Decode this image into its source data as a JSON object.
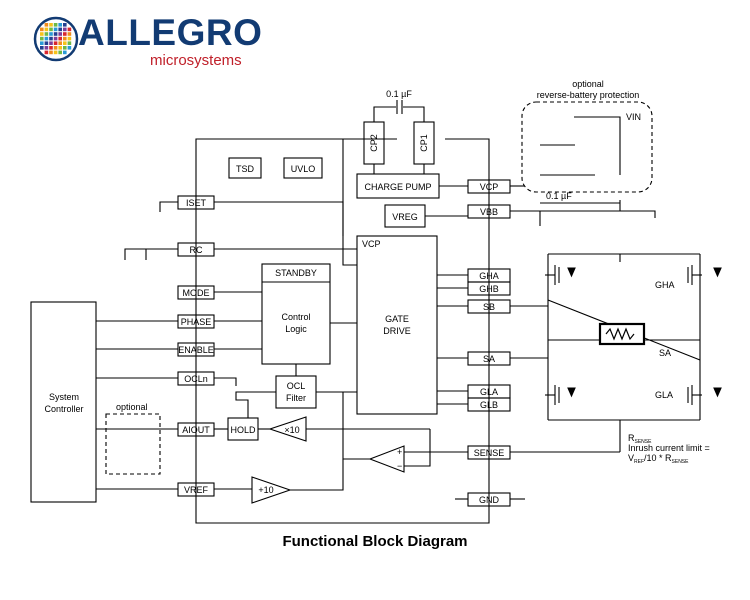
{
  "logo": {
    "wordmark": "ALLEGRO",
    "subtitle": "microsystems",
    "colors": {
      "navy": "#123b73",
      "red": "#c0202a",
      "grid": [
        "#d9262e",
        "#f08c1c",
        "#f6c31a",
        "#6fb845",
        "#2a9bd6",
        "#233f8f",
        "#7b3f99"
      ]
    }
  },
  "diagram": {
    "caption": "Functional Block Diagram",
    "system_controller": {
      "line1": "System",
      "line2": "Controller"
    },
    "optional_left": "optional",
    "pins_left": {
      "iset": "ISET",
      "rc": "RC",
      "mode": "MODE",
      "phase": "PHASE",
      "enable": "ENABLE",
      "ocln": "OCLn",
      "aiout": "AIOUT",
      "vref": "VREF"
    },
    "pins_right": {
      "vcp": "VCP",
      "vbb": "VBB",
      "gha": "GHA",
      "ghb": "GHB",
      "sb": "SB",
      "sa": "SA",
      "gla": "GLA",
      "glb": "GLB",
      "sense": "SENSE",
      "gnd": "GND"
    },
    "blocks": {
      "tsd": "TSD",
      "uvlo": "UVLO",
      "cp2": "CP2",
      "cp1": "CP1",
      "charge_pump": "CHARGE PUMP",
      "vreg": "VREG",
      "vcp_internal": "VCP",
      "standby": "STANDBY",
      "control_logic_1": "Control",
      "control_logic_2": "Logic",
      "gate_drive_1": "GATE",
      "gate_drive_2": "DRIVE",
      "ocl_filter_1": "OCL",
      "ocl_filter_2": "Filter",
      "hold": "HOLD",
      "amp_x10": "×10",
      "amp_plus10": "+10",
      "comp_plus": "+",
      "comp_minus": "−"
    },
    "cap_top": "0.1 µF",
    "cap_vbb": "0.1 µF",
    "reverse_battery": {
      "line1": "optional",
      "line2": "reverse-battery protection",
      "vin": "VIN"
    },
    "bridge": {
      "gha": "GHA",
      "sa": "SA",
      "gla": "GLA"
    },
    "sense_note": {
      "rsense": "R",
      "rsense_sub": "SENSE",
      "line1": "Inrush current limit =",
      "line2_a": "V",
      "line2_sub": "REF",
      "line2_b": "/10 * R",
      "line2_sub2": "SENSE"
    }
  }
}
